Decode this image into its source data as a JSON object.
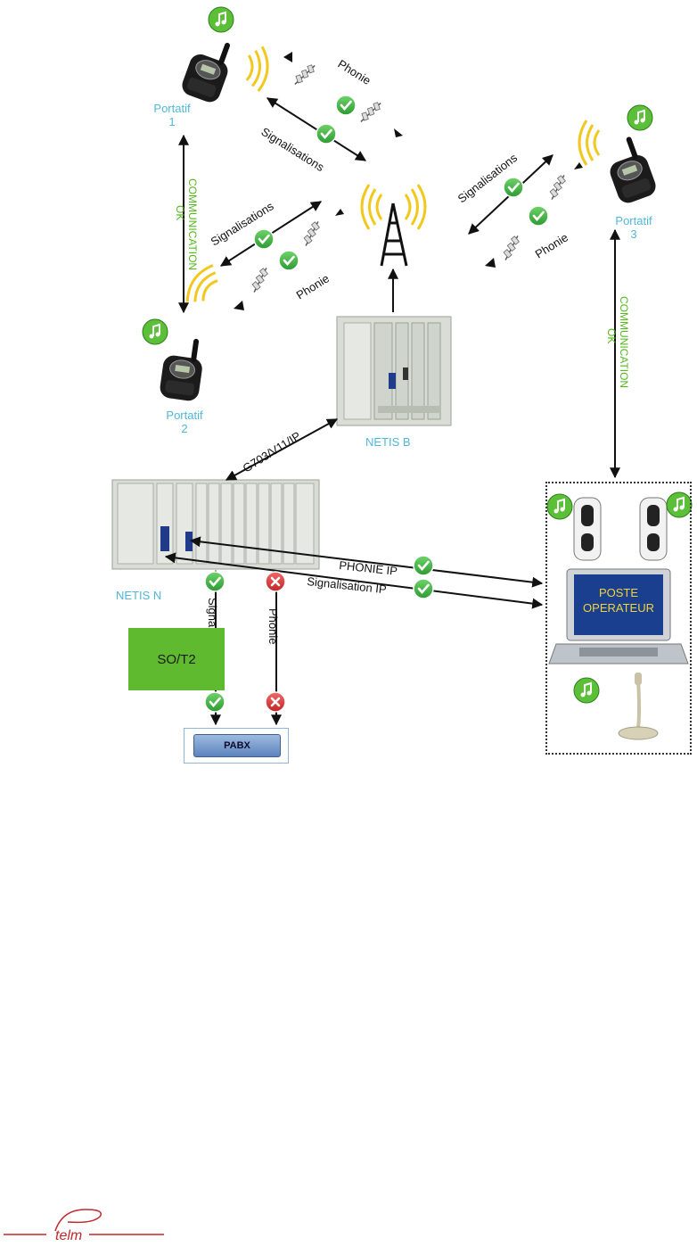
{
  "portables": [
    {
      "name": "Portatif\n1"
    },
    {
      "name": "Portatif\n2"
    },
    {
      "name": "Portatif\n3"
    }
  ],
  "links": {
    "phonie": "Phonie",
    "signalisations": "Signalisations",
    "communication_ok": "COMMUNICATION\nOK",
    "g703": "G703/V11/IP",
    "phonie_ip": "PHONIE IP",
    "signalisation_ip": "Signalisation IP",
    "signalisation": "Signalisation"
  },
  "nodes": {
    "netis_b": "NETIS B",
    "netis_n": "NETIS  N",
    "so_t2": "SO/T2",
    "pabx": "PABX",
    "poste_operateur": "POSTE\nOPERATEUR"
  },
  "logo": "telm",
  "colors": {
    "ok": "#3fb54a",
    "error": "#e03b3b",
    "label_cyan": "#4fb8d8",
    "label_green": "#55b81e"
  }
}
